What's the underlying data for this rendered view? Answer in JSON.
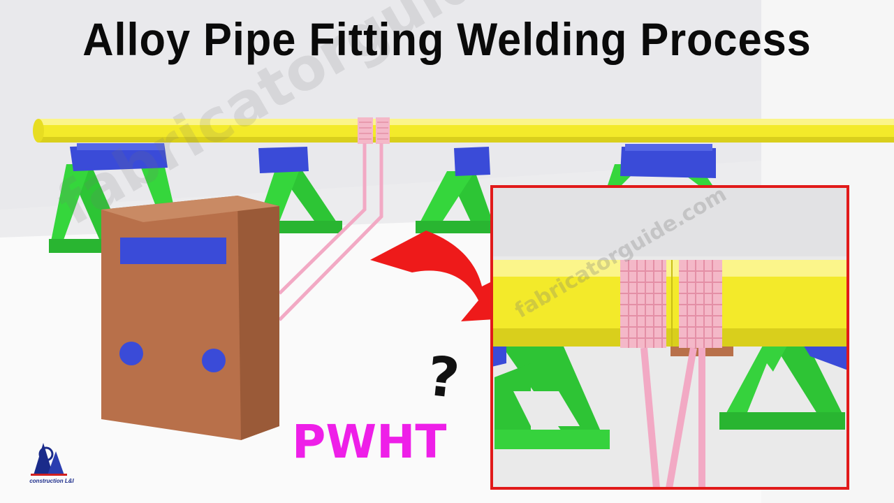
{
  "title": "Alloy Pipe Fitting Welding Process",
  "label": "PWHT",
  "question_mark": "?",
  "watermark": "fabricatorguide.com",
  "logo": {
    "text": "construction L&I",
    "icon": "construction-logo-icon"
  },
  "colors": {
    "pipe": "#f3ea2a",
    "stand": "#35d63c",
    "beam": "#3a4bd8",
    "box": "#b8704a",
    "heater_pad": "#f4b8c8",
    "cable": "#f2a9c4",
    "arrow": "#ee1a1a",
    "inset_border": "#e11a1a",
    "pwht_text": "#ee1fe8"
  }
}
